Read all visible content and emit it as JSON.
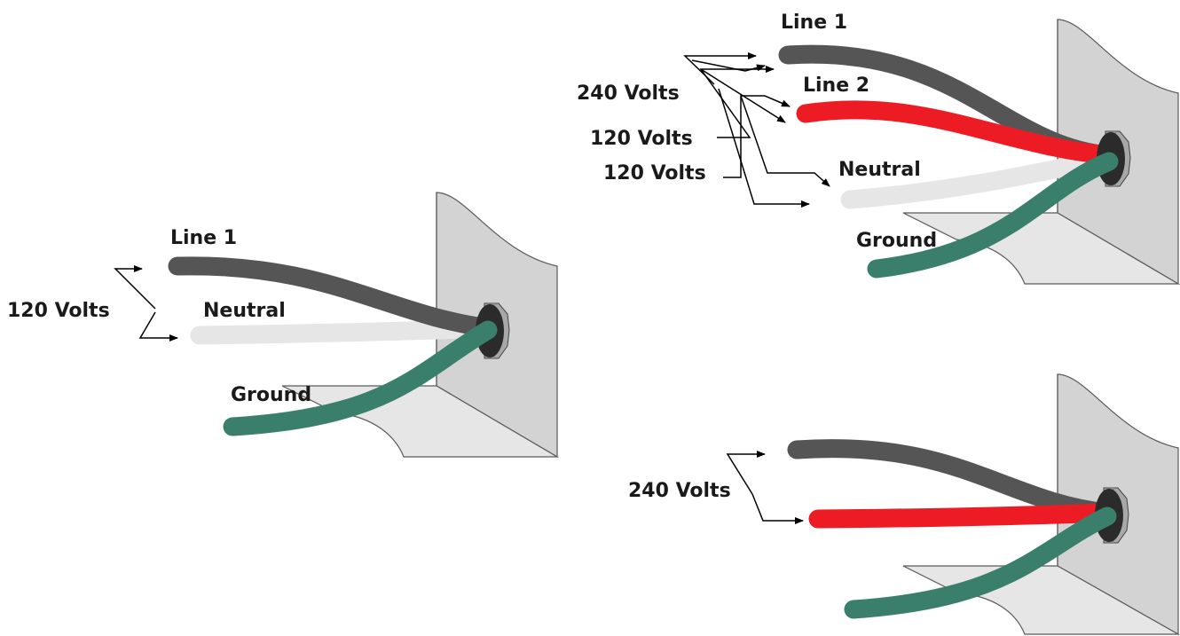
{
  "colors": {
    "line1": "#555555",
    "line2": "#ed1c24",
    "neutral": "#e6e6e6",
    "ground": "#3a7f6c",
    "wall": "#d3d3d4",
    "floor": "#e6e6e7",
    "gland": "#2b2b2b"
  },
  "circuit_120": {
    "line1_label": "Line 1",
    "neutral_label": "Neutral",
    "ground_label": "Ground",
    "voltage_label": "120 Volts"
  },
  "circuit_120_240": {
    "line1_label": "Line 1",
    "line2_label": "Line 2",
    "neutral_label": "Neutral",
    "ground_label": "Ground",
    "voltage_240_label": "240 Volts",
    "voltage_120a_label": "120 Volts",
    "voltage_120b_label": "120 Volts"
  },
  "circuit_240": {
    "voltage_label": "240 Volts"
  }
}
